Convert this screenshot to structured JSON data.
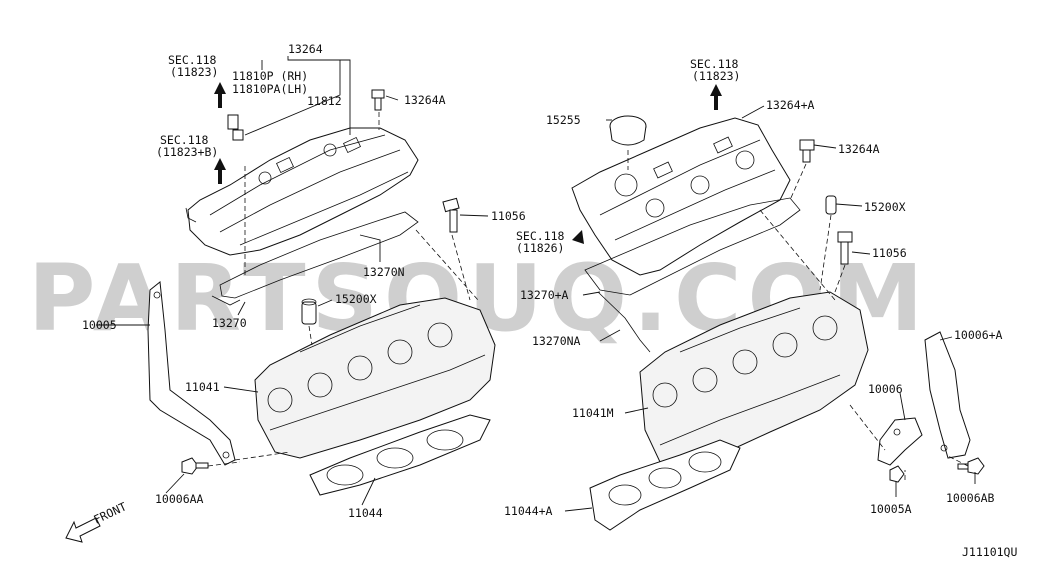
{
  "watermark": "PARTSOUQ.COM",
  "diagram_code": "J11101QU",
  "front_label": "FRONT",
  "labels": {
    "sec118_a": "SEC.118",
    "sec118_a_sub": "(11823)",
    "sec118_b": "SEC.118",
    "sec118_b_sub": "(11823+B)",
    "p13264": "13264",
    "p11810p": "11810P (RH)",
    "p11810pa": "11810PA(LH)",
    "p11812": "11812",
    "p13264a_l": "13264A",
    "p11056_l": "11056",
    "p13270n": "13270N",
    "p13270": "13270",
    "p15200x_l": "15200X",
    "p10005": "10005",
    "p11041": "11041",
    "p10006aa": "10006AA",
    "p11044": "11044",
    "sec118_c": "SEC.118",
    "sec118_c_sub": "(11823)",
    "p15255": "15255",
    "p13264pa": "13264+A",
    "p13264a_r": "13264A",
    "p15200x_r": "15200X",
    "sec118_d": "SEC.118",
    "sec118_d_sub": "(11826)",
    "p11056_r": "11056",
    "p13270pa": "13270+A",
    "p13270na": "13270NA",
    "p10006pa": "10006+A",
    "p11041m": "11041M",
    "p10006": "10006",
    "p11044pa": "11044+A",
    "p10005a": "10005A",
    "p10006ab": "10006AB"
  }
}
